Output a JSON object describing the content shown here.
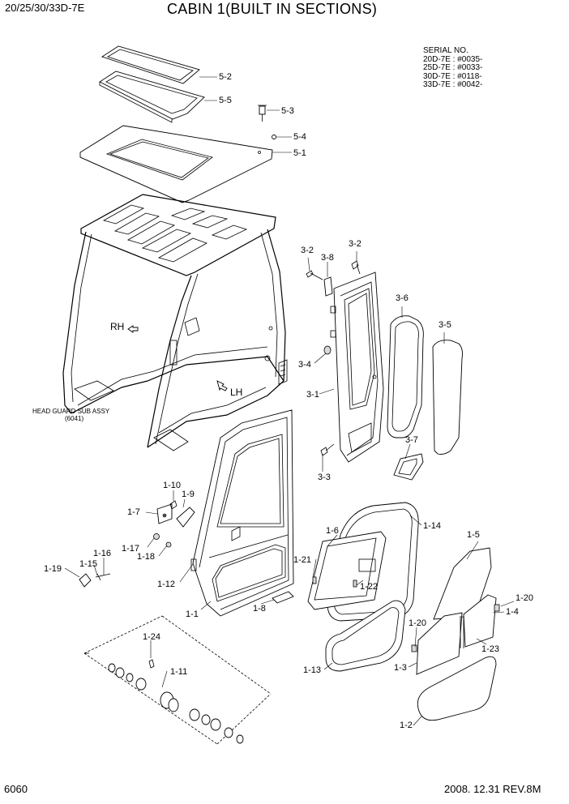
{
  "header": {
    "model": "20/25/30/33D-7E",
    "title": "CABIN 1(BUILT IN SECTIONS)"
  },
  "serial_block": {
    "heading": "SERIAL NO.",
    "rows": [
      "20D-7E : #0035-",
      "25D-7E : #0033-",
      "30D-7E : #0118-",
      "33D-7E : #0042-"
    ]
  },
  "annotations": {
    "rh": "RH",
    "lh": "LH",
    "head_guard": "HEAD GUARD SUB ASSY",
    "head_guard_ref": "(6041)"
  },
  "callouts": {
    "p5_2": "5-2",
    "p5_5": "5-5",
    "p5_3": "5-3",
    "p5_4": "5-4",
    "p5_1": "5-1",
    "p3_2a": "3-2",
    "p3_8": "3-8",
    "p3_2b": "3-2",
    "p3_6": "3-6",
    "p3_5": "3-5",
    "p3_4": "3-4",
    "p3_1": "3-1",
    "p3_7": "3-7",
    "p3_3": "3-3",
    "p1_10": "1-10",
    "p1_9": "1-9",
    "p1_7": "1-7",
    "p1_17": "1-17",
    "p1_18": "1-18",
    "p1_16": "1-16",
    "p1_15": "1-15",
    "p1_19": "1-19",
    "p1_12": "1-12",
    "p1_1": "1-1",
    "p1_8": "1-8",
    "p1_6": "1-6",
    "p1_14": "1-14",
    "p1_5": "1-5",
    "p1_21": "1-21",
    "p1_22": "1-22",
    "p1_20a": "1-20",
    "p1_4": "1-4",
    "p1_20b": "1-20",
    "p1_23": "1-23",
    "p1_3": "1-3",
    "p1_13": "1-13",
    "p1_24": "1-24",
    "p1_11": "1-11",
    "p1_2": "1-2"
  },
  "footer": {
    "page_number": "6060",
    "revision": "2008. 12.31  REV.8M"
  }
}
